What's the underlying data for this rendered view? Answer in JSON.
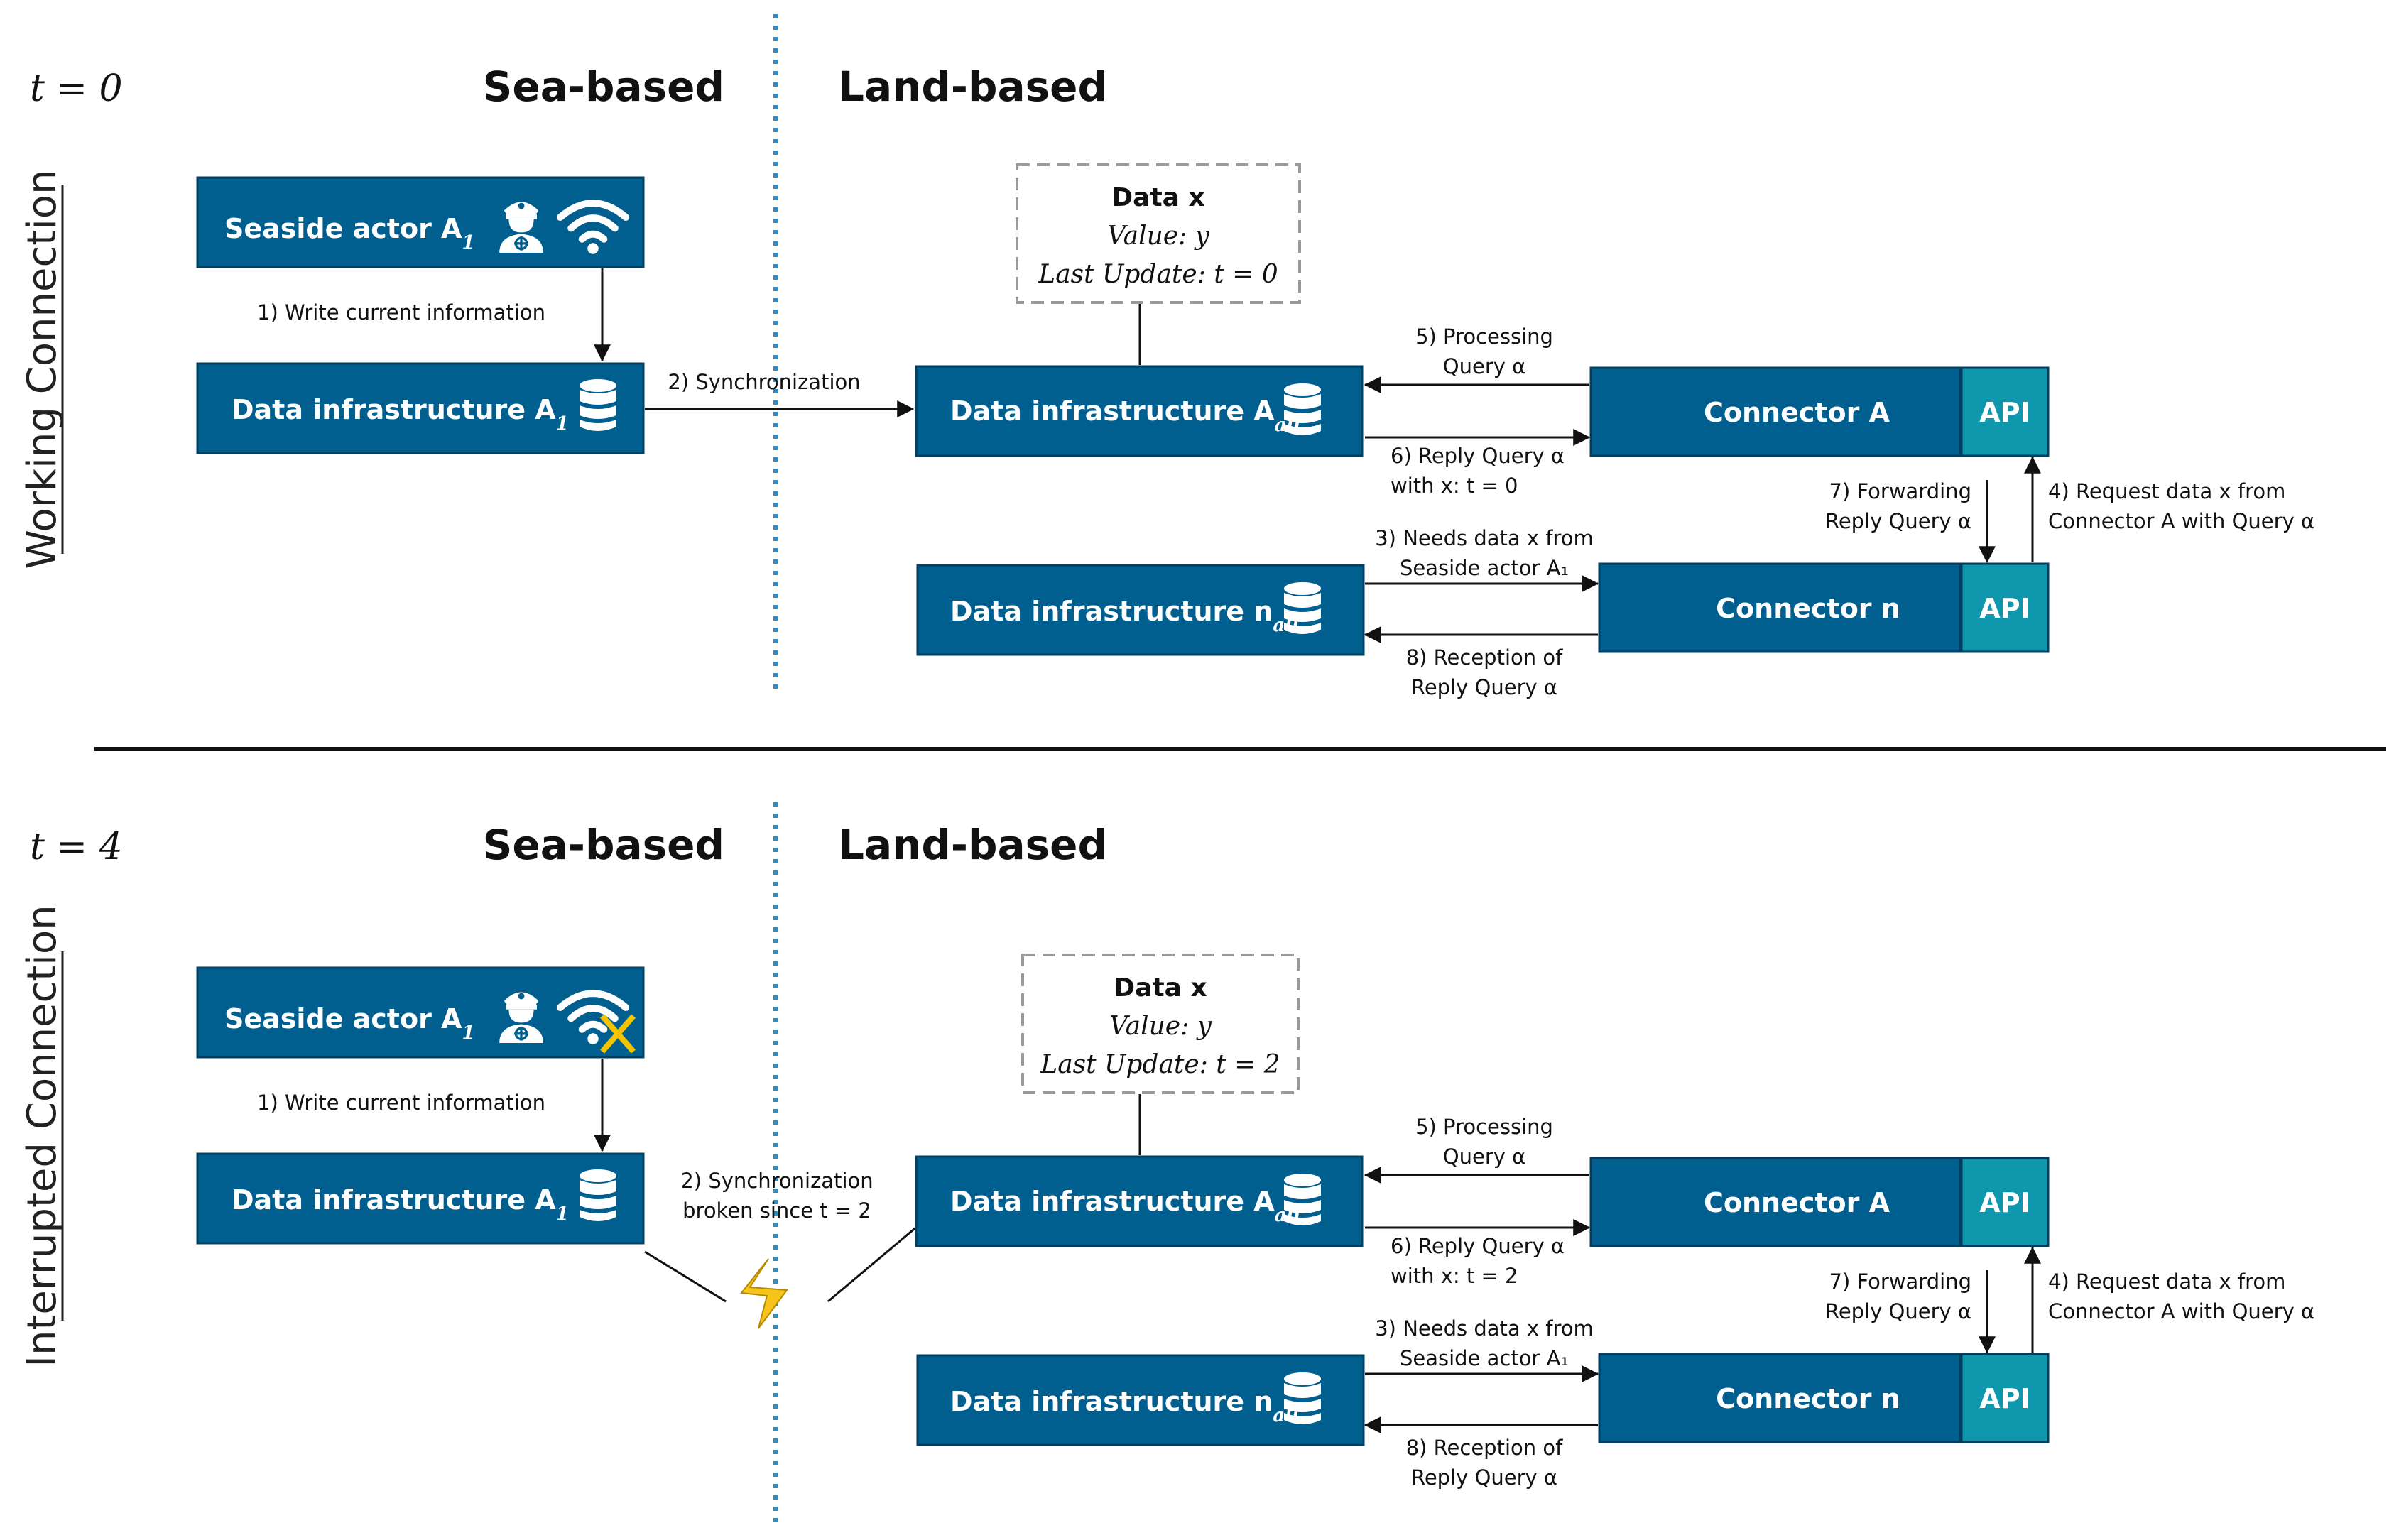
{
  "colors": {
    "box_fill": "#005f8e",
    "box_border": "#003f60",
    "api_fill": "#0f97ad",
    "dotted_divider": "#2a8fbf",
    "lightning": "#f7c41c",
    "x_mark": "#f5c400"
  },
  "icons": [
    "captain-icon",
    "wifi-icon",
    "wifi-off-icon",
    "database-icon",
    "lightning-icon"
  ],
  "panels": [
    {
      "id": "top",
      "time_label": "t = 0",
      "side_label": "Working Connection",
      "sea_heading": "Sea-based",
      "land_heading": "Land-based",
      "connection_ok": true,
      "seaside_actor": "Seaside actor A",
      "seaside_actor_sub": "1",
      "data_infra_a1": "Data infrastructure A",
      "data_infra_a1_sub": "1",
      "data_infra_aall": "Data infrastructure A",
      "data_infra_aall_sub": "all",
      "data_infra_nall": "Data infrastructure n",
      "data_infra_nall_sub": "all",
      "connector_a": "Connector A",
      "connector_n": "Connector n",
      "api_a": "API",
      "api_n": "API",
      "data_box": {
        "title": "Data x",
        "value_line": "Value: y",
        "update_line": "Last Update: t = 0"
      },
      "steps": {
        "s1": "1) Write current information",
        "s2": [
          "2) Synchronization"
        ],
        "s3": [
          "3) Needs data x from",
          "Seaside actor A₁"
        ],
        "s4": [
          "4) Request data x from",
          "Connector A with Query α"
        ],
        "s5": [
          "5) Processing",
          "Query α"
        ],
        "s6": [
          "6) Reply Query α",
          "with x: t = 0"
        ],
        "s7": [
          "7) Forwarding",
          "Reply Query α"
        ],
        "s8": [
          "8) Reception of",
          "Reply Query α"
        ]
      }
    },
    {
      "id": "bottom",
      "time_label": "t = 4",
      "side_label": "Interrupted Connection",
      "sea_heading": "Sea-based",
      "land_heading": "Land-based",
      "connection_ok": false,
      "seaside_actor": "Seaside actor A",
      "seaside_actor_sub": "1",
      "data_infra_a1": "Data infrastructure A",
      "data_infra_a1_sub": "1",
      "data_infra_aall": "Data infrastructure A",
      "data_infra_aall_sub": "all",
      "data_infra_nall": "Data infrastructure n",
      "data_infra_nall_sub": "all",
      "connector_a": "Connector A",
      "connector_n": "Connector n",
      "api_a": "API",
      "api_n": "API",
      "data_box": {
        "title": "Data x",
        "value_line": "Value: y",
        "update_line": "Last Update: t = 2"
      },
      "steps": {
        "s1": "1) Write current information",
        "s2": [
          "2) Synchronization",
          "broken since t = 2"
        ],
        "s3": [
          "3) Needs data x from",
          "Seaside actor A₁"
        ],
        "s4": [
          "4) Request data x from",
          "Connector A with Query α"
        ],
        "s5": [
          "5) Processing",
          "Query α"
        ],
        "s6": [
          "6) Reply Query α",
          "with x: t = 2"
        ],
        "s7": [
          "7) Forwarding",
          "Reply Query α"
        ],
        "s8": [
          "8) Reception of",
          "Reply Query α"
        ]
      }
    }
  ]
}
